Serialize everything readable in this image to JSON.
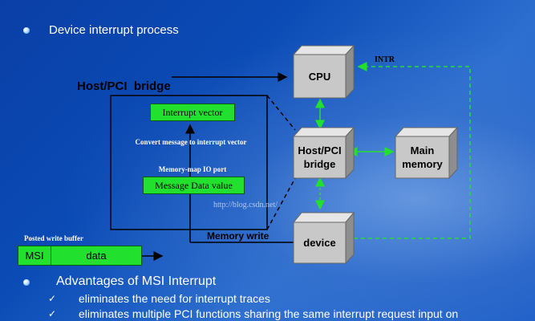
{
  "title": "Device interrupt process",
  "bridge_label": "Host/PCI  bridge",
  "interrupt_vector": "Interrupt vector",
  "convert_text": "Convert message to interrupt vector",
  "memmap_text": "Memory-map IO port",
  "message_data": "Message Data value",
  "cpu": "CPU",
  "intr": "INTR",
  "host_pci_bridge": "Host/PCI\nbridge",
  "main_memory": "Main\nmemory",
  "device": "device",
  "memory_write": "Memory write",
  "watermark": "http://blog.csdn.net/",
  "posted_write_buffer": "Posted write buffer",
  "msi": "MSI",
  "data": "data",
  "advantages_title": "Advantages of MSI Interrupt",
  "advantages": [
    "eliminates the need for interrupt traces",
    "eliminates multiple PCI functions sharing the same interrupt request input on"
  ],
  "colors": {
    "green": "#22e02e",
    "box_face": "#c8c8c8",
    "background": "#0b4bb5"
  }
}
